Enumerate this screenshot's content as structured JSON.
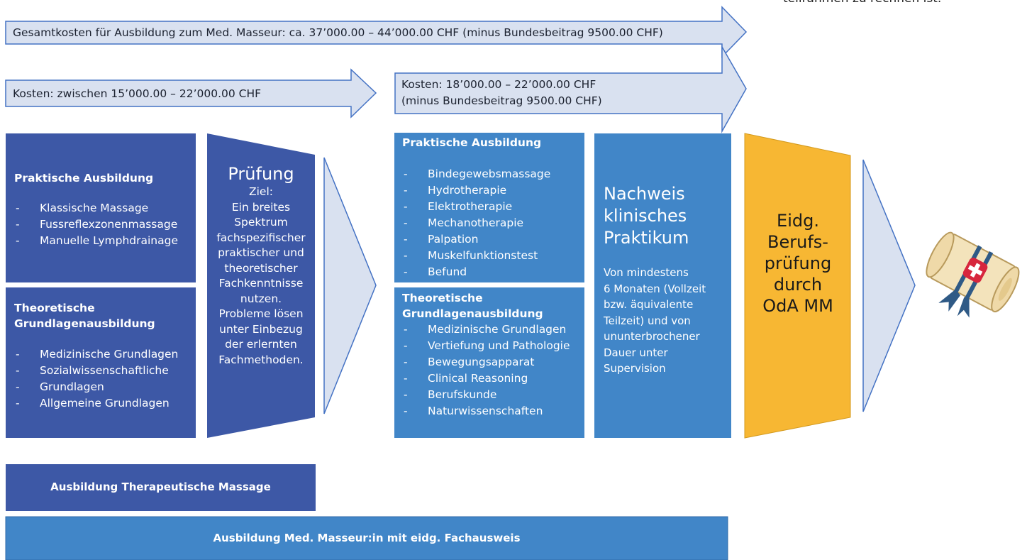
{
  "top_note": "teilrahmen zu rechnen ist.",
  "arrows": {
    "total_cost": "Gesamtkosten für Ausbildung zum Med. Masseur: ca. 37’000.00 – 44’000.00 CHF (minus Bundesbeitrag 9500.00 CHF)",
    "cost_left": "Kosten: zwischen 15’000.00 – 22’000.00 CHF",
    "cost_right_line1": "Kosten: 18’000.00 – 22’000.00 CHF",
    "cost_right_line2": "(minus Bundesbeitrag 9500.00 CHF)"
  },
  "left_practical": {
    "title": "Praktische Ausbildung",
    "items": [
      "Klassische Massage",
      "Fussreflexzonenmassage",
      "Manuelle Lymphdrainage"
    ]
  },
  "left_theory": {
    "title_line1": "Theoretische",
    "title_line2": "Grundlagenausbildung",
    "items": [
      "Medizinische Grundlagen",
      "Sozialwissenschaftliche",
      "Allgemeine Grundlagen"
    ],
    "item_cont": "Grundlagen"
  },
  "exam": {
    "title": "Prüfung",
    "lines": [
      "Ziel:",
      "Ein breites",
      "Spektrum",
      "fachspezifischer",
      "praktischer und",
      "theoretischer",
      "Fachkenntnisse",
      "nutzen.",
      "Probleme lösen",
      "unter Einbezug",
      "der erlernten",
      "Fachmethoden."
    ]
  },
  "right_practical": {
    "title": "Praktische Ausbildung",
    "items": [
      "Bindegewebsmassage",
      "Hydrotherapie",
      "Elektrotherapie",
      "Mechanotherapie",
      "Palpation",
      "Muskelfunktionstest",
      "Befund"
    ]
  },
  "right_theory": {
    "title_line1": "Theoretische",
    "title_line2": "Grundlagenausbildung",
    "items": [
      "Medizinische Grundlagen",
      "Bewegungsapparat",
      "Clinical Reasoning",
      "Berufskunde",
      "Naturwissenschaften"
    ],
    "item_cont": "Vertiefung und Pathologie"
  },
  "clinical": {
    "title_lines": [
      "Nachweis",
      "klinisches",
      "Praktikum"
    ],
    "body_lines": [
      "Von mindestens",
      "6 Monaten (Vollzeit",
      "bzw. äquivalente",
      "Teilzeit) und von",
      "ununterbrochener",
      "Dauer unter",
      "Supervision"
    ]
  },
  "federal_exam": {
    "lines": [
      "Eidg.",
      "Berufs-",
      "prüfung",
      "durch",
      "OdA MM"
    ]
  },
  "bars": {
    "therapeutic": "Ausbildung Therapeutische Massage",
    "medical": "Ausbildung Med. Masseur:in mit eidg. Fachausweis"
  },
  "colors": {
    "dark_blue": "#3d58a6",
    "mid_blue": "#4186c8",
    "arrow_fill": "#d9e1f0",
    "arrow_stroke": "#4472c4",
    "gold": "#f7b733"
  },
  "icons": {
    "diploma": "diploma-scroll-icon"
  }
}
